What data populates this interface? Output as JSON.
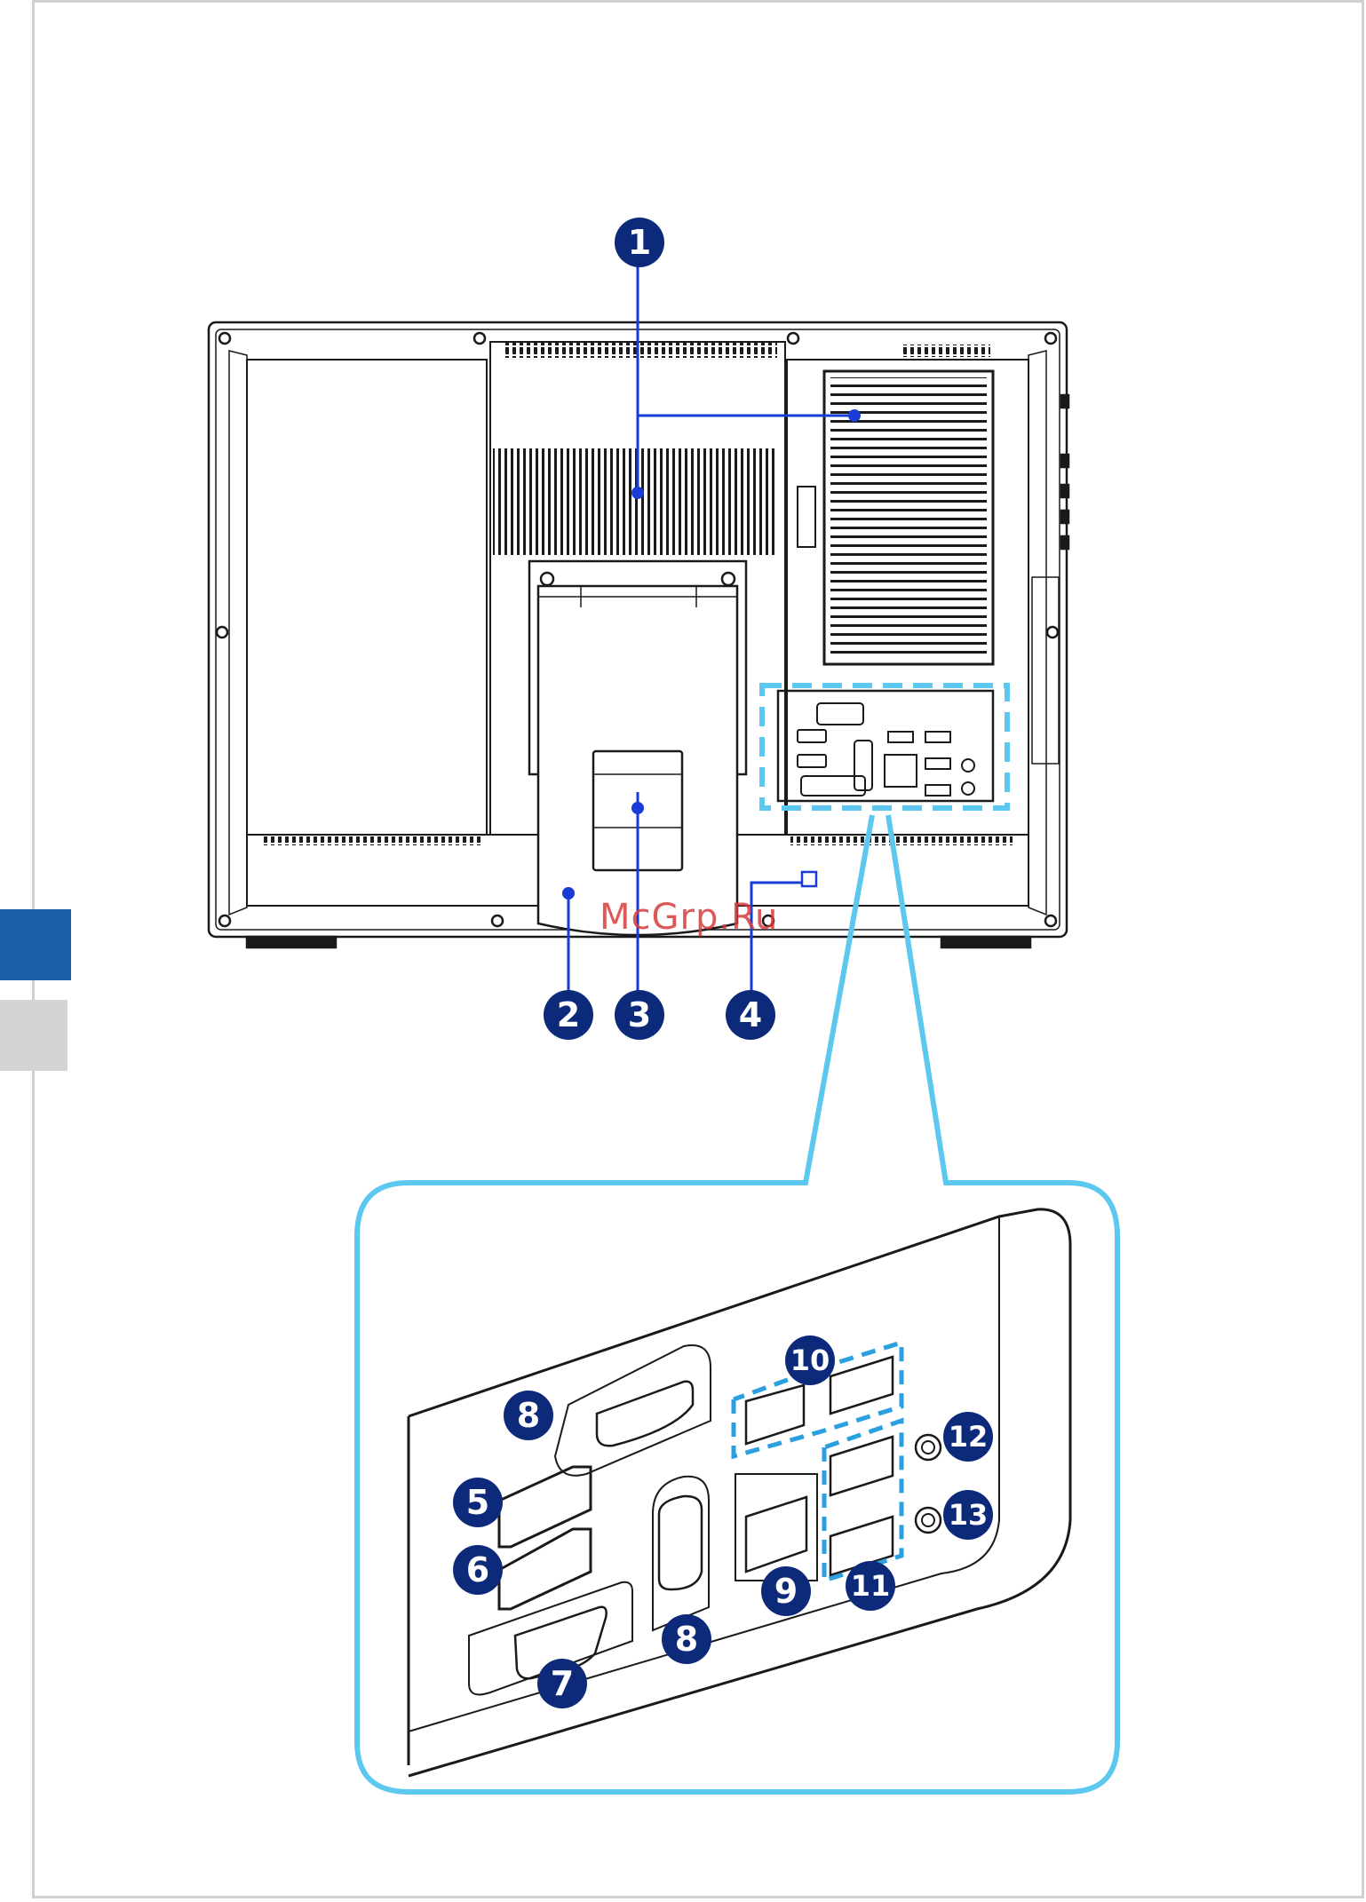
{
  "watermark": "McGrp.Ru",
  "colors": {
    "callout_fill": "#0d2a7a",
    "callout_line": "#1a3cd6",
    "zoom_outline": "#5cc8f0",
    "device_line": "#1a1a1a",
    "section_tab": "#1a5ea8",
    "section_tab_inactive": "#d4d4d4"
  },
  "callouts": {
    "c1": "1",
    "c2": "2",
    "c3": "3",
    "c4": "4",
    "c5": "5",
    "c6": "6",
    "c7": "7",
    "c8a": "8",
    "c8b": "8",
    "c9": "9",
    "c10": "10",
    "c11": "11",
    "c12": "12",
    "c13": "13"
  }
}
